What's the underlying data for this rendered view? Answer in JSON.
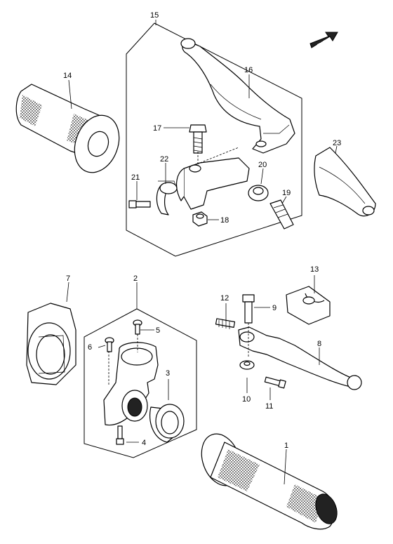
{
  "labels": {
    "p1": "1",
    "p2": "2",
    "p3": "3",
    "p4": "4",
    "p5": "5",
    "p6": "6",
    "p7": "7",
    "p8": "8",
    "p9": "9",
    "p10": "10",
    "p11": "11",
    "p12": "12",
    "p13": "13",
    "p14": "14",
    "p15": "15",
    "p16": "16",
    "p17": "17",
    "p18": "18",
    "p19": "19",
    "p20": "20",
    "p21": "21",
    "p22": "22",
    "p23": "23"
  },
  "fwd_text": "FWD"
}
